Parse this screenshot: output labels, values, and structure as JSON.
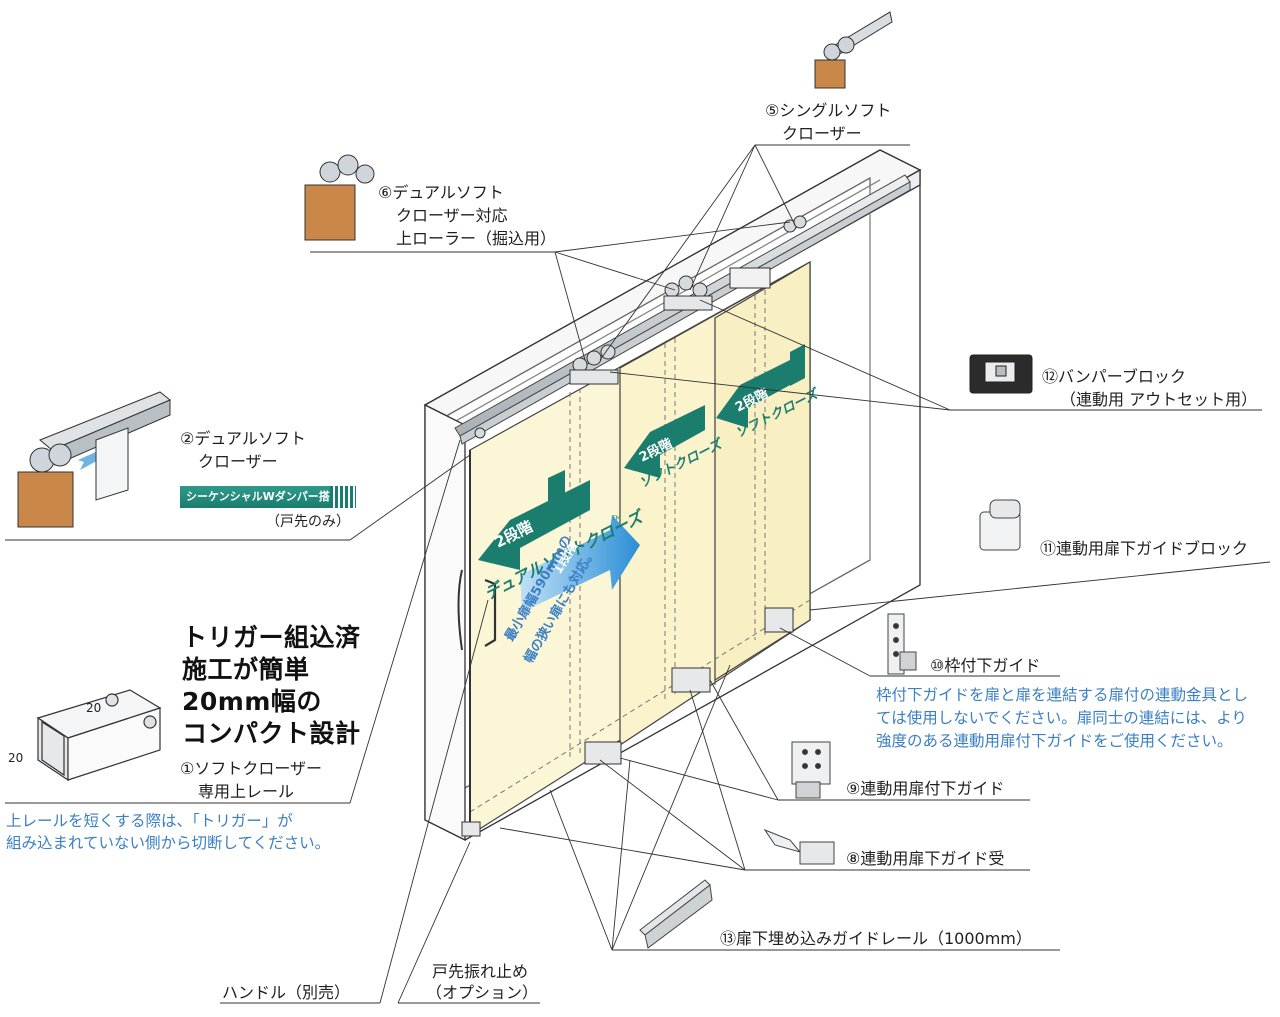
{
  "labels": {
    "l1a": "①ソフトクローザー",
    "l1b": "専用上レール",
    "l2a": "②デュアルソフト",
    "l2b": "クローザー",
    "l2c": "（戸先のみ）",
    "badge": "シーケンシャルWダンパー搭載",
    "l5a": "⑤シングルソフト",
    "l5b": "クローザー",
    "l6a": "⑥デュアルソフト",
    "l6b": "クローザー対応",
    "l6c": "上ローラー（掘込用）",
    "l8": "⑧連動用扉下ガイド受",
    "l9": "⑨連動用扉付下ガイド",
    "l10": "⑩枠付下ガイド",
    "l11": "⑪連動用扉下ガイドブロック",
    "l12a": "⑫バンパーブロック",
    "l12b": "（連動用 アウトセット用）",
    "l13": "⑬扉下埋め込みガイドレール（1000mm）",
    "handle": "ハンドル（別売）",
    "stop_a": "戸先振れ止め",
    "stop_b": "（オプション）"
  },
  "feature": {
    "line1": "トリガー組込済",
    "line2": "施工が簡単",
    "line3": "20mm幅の",
    "line4": "コンパクト設計"
  },
  "dims": {
    "w": "20",
    "h": "20"
  },
  "notes": {
    "rail_1": "上レールを短くする際は、「トリガー」が",
    "rail_2": "組み込まれていない側から切断してください。",
    "guide_1": "枠付下ガイドを扉と扉を連結する扉付の連動金具とし",
    "guide_2": "ては使用しないでください。扉同士の連結には、より",
    "guide_3": "強度のある連動用扉付下ガイドをご使用ください。"
  },
  "door_text": {
    "dual_stage2": "2段階",
    "dual_name": "デュアルソフトクローズ",
    "tm": "TM",
    "dual_stage1": "1段階",
    "min_width_1": "最小扉幅590mmの",
    "min_width_2": "幅の狭い扉にも対応。",
    "mid_stage2": "2段階",
    "mid_name": "ソフトクローズ",
    "right_stage2": "2段階",
    "right_name": "ソフトクローズ"
  },
  "colors": {
    "door_fill": "#fbf6d5",
    "accent_teal": "#1a7d6e",
    "arrow_blue": "#3a9ad9",
    "note_blue": "#3b7fc4",
    "bracket_orange": "#c9874a"
  }
}
